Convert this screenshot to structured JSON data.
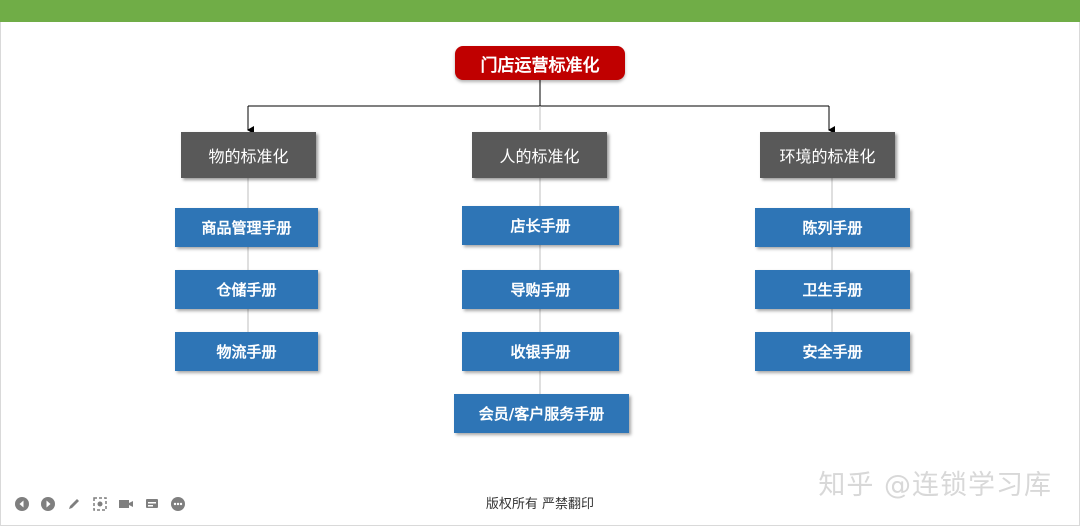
{
  "root": "门店运营标准化",
  "categories": [
    {
      "label": "物的标准化",
      "items": [
        "商品管理手册",
        "仓储手册",
        "物流手册"
      ]
    },
    {
      "label": "人的标准化",
      "items": [
        "店长手册",
        "导购手册",
        "收银手册",
        "会员/客户服务手册"
      ]
    },
    {
      "label": "环境的标准化",
      "items": [
        "陈列手册",
        "卫生手册",
        "安全手册"
      ]
    }
  ],
  "footer": "版权所有  严禁翻印",
  "watermark": "知乎 @连锁学习库",
  "toolbar_icons": [
    "prev-icon",
    "next-icon",
    "pen-icon",
    "pointer-icon",
    "camera-icon",
    "subtitle-icon",
    "more-icon"
  ],
  "colors": {
    "top_bar": "#70ad47",
    "root": "#c00000",
    "category": "#595959",
    "leaf": "#2e75b6"
  }
}
